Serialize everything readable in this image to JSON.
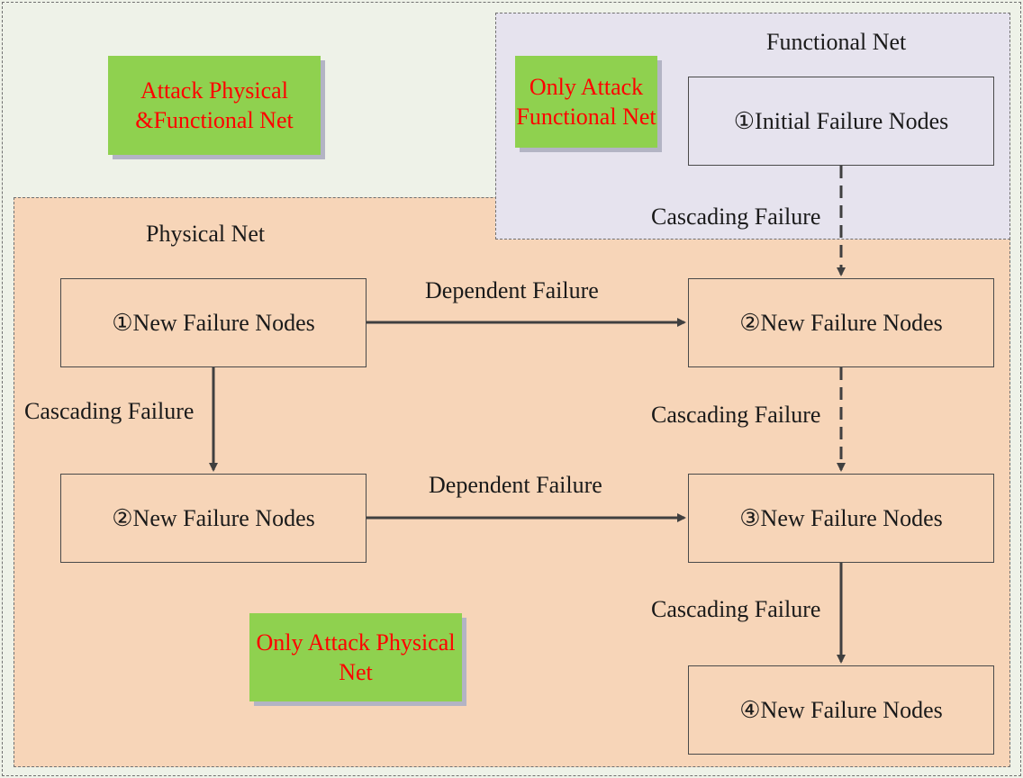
{
  "regions": {
    "physical": {
      "title": "Physical Net"
    },
    "functional": {
      "title": "Functional Net"
    }
  },
  "attack_labels": {
    "both": "Attack Physical &Functional Net",
    "functional": "Only Attack Functional Net",
    "physical": "Only Attack Physical Net"
  },
  "nodes": {
    "func_initial": "①Initial Failure Nodes",
    "phys_1": "①New Failure Nodes",
    "phys_2_left": "②New Failure Nodes",
    "phys_2_right": "②New Failure Nodes",
    "phys_3": "③New Failure Nodes",
    "phys_4": "④New Failure Nodes"
  },
  "edge_labels": {
    "cascading_top": "Cascading Failure",
    "dependent_top": "Dependent Failure",
    "cascading_left": "Cascading Failure",
    "cascading_right_mid": "Cascading Failure",
    "dependent_bottom": "Dependent Failure",
    "cascading_right_bottom": "Cascading Failure"
  },
  "colors": {
    "physical_fill": "#f7d5b8",
    "functional_fill": "#e6e3ee",
    "outer_fill": "#eef2e8",
    "attack_fill": "#8fd14f",
    "attack_text": "#ff0000",
    "arrow": "#404040"
  }
}
